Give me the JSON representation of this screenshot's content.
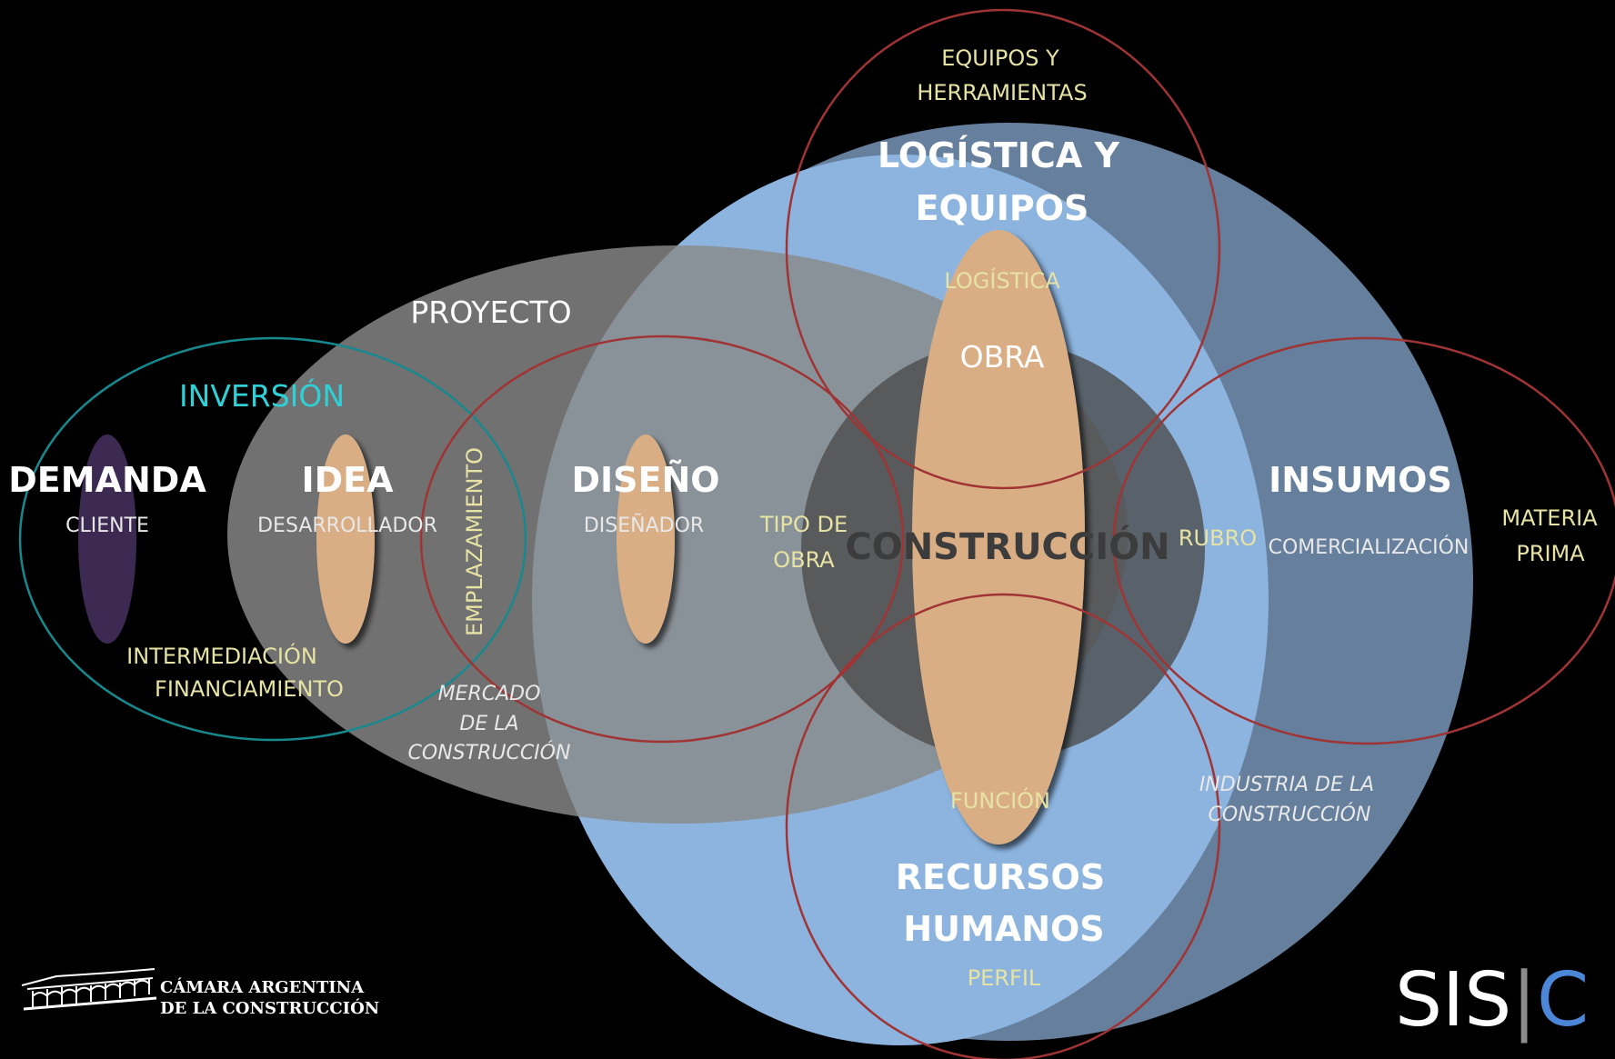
{
  "nodes": {
    "demanda": {
      "title": "DEMANDA",
      "sub": "CLIENTE"
    },
    "idea": {
      "title": "IDEA",
      "sub": "DESARROLLADOR"
    },
    "diseno": {
      "title": "DISEÑO",
      "sub": "DISEÑADOR"
    },
    "obra": {
      "title": "OBRA"
    },
    "construccion": {
      "title": "CONSTRUCCIÓN"
    },
    "logistica": {
      "title_line1": "LOGÍSTICA Y",
      "title_line2": "EQUIPOS",
      "sub": "LOGÍSTICA"
    },
    "insumos": {
      "title": "INSUMOS",
      "sub": "COMERCIALIZACIÓN"
    },
    "recursos": {
      "title_line1": "RECURSOS",
      "title_line2": "HUMANOS",
      "sub": "PERFIL"
    }
  },
  "labels": {
    "proyecto": "PROYECTO",
    "inversion": "INVERSIÓN",
    "intermediacion": "INTERMEDIACIÓN",
    "financiamiento": "FINANCIAMIENTO",
    "emplazamiento": "EMPLAZAMIENTO",
    "mercado_line1": "MERCADO",
    "mercado_line2": "DE LA",
    "mercado_line3": "CONSTRUCCIÓN",
    "tipo_line1": "TIPO DE",
    "tipo_line2": "OBRA",
    "equipos_line1": "EQUIPOS Y",
    "equipos_line2": "HERRAMIENTAS",
    "rubro": "RUBRO",
    "materia_line1": "MATERIA",
    "materia_line2": "PRIMA",
    "funcion": "FUNCIÓN",
    "industria_line1": "INDUSTRIA DE LA",
    "industria_line2": "CONSTRUCCIÓN"
  },
  "branding": {
    "camara_line1": "CÁMARA ARGENTINA",
    "camara_line2": "DE LA CONSTRUCCIÓN",
    "sisic_a": "SIS",
    "sisic_bar": "|",
    "sisic_c": "C"
  },
  "colors": {
    "background": "#000000",
    "light_blue": "#8cb4df",
    "steel_blue": "#657f9c",
    "gray": "#7f7f7f",
    "dark_gray": "#5e5e5e",
    "tan": "#d9ae84",
    "purple": "#3e2b52",
    "red_ring": "#a03434",
    "teal_ring": "#17898e",
    "accent_yellow": "#e6e3a4",
    "accent_cyan": "#2fd0d6",
    "accent_blue": "#4b87d6"
  }
}
